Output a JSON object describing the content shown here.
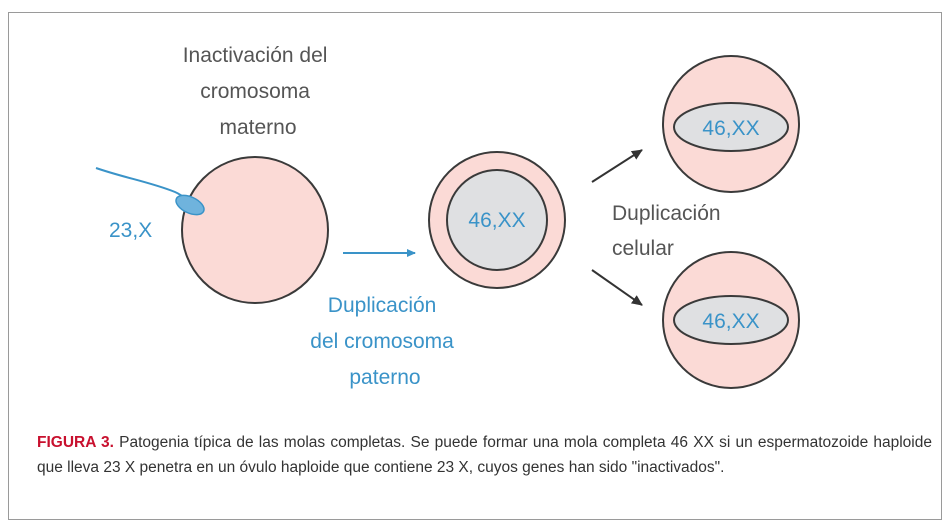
{
  "diagram": {
    "label_inactivacion": [
      "Inactivación del",
      "cromosoma",
      "materno"
    ],
    "label_sperm": "23,X",
    "label_duplicacion_paterno": [
      "Duplicación",
      "del cromosoma",
      "paterno"
    ],
    "label_duplicacion_celular": [
      "Duplicación",
      "celular"
    ],
    "nucleus_center": "46,XX",
    "nucleus_top": "46,XX",
    "nucleus_bottom": "46,XX",
    "colors": {
      "cell_fill": "#fbdad6",
      "nucleus_fill": "#dfe0e2",
      "stroke": "#3a3a3a",
      "blue": "#3a93c8",
      "gray_text": "#555555",
      "caption_red": "#c8102e"
    }
  },
  "caption": {
    "label": "FIGURA 3.",
    "text": " Patogenia típica de las molas completas. Se puede formar una mola completa 46 XX si un espermatozoide haploide que lleva 23 X penetra en un óvulo haploide que contiene 23 X, cuyos genes han sido \"inactivados\"."
  }
}
